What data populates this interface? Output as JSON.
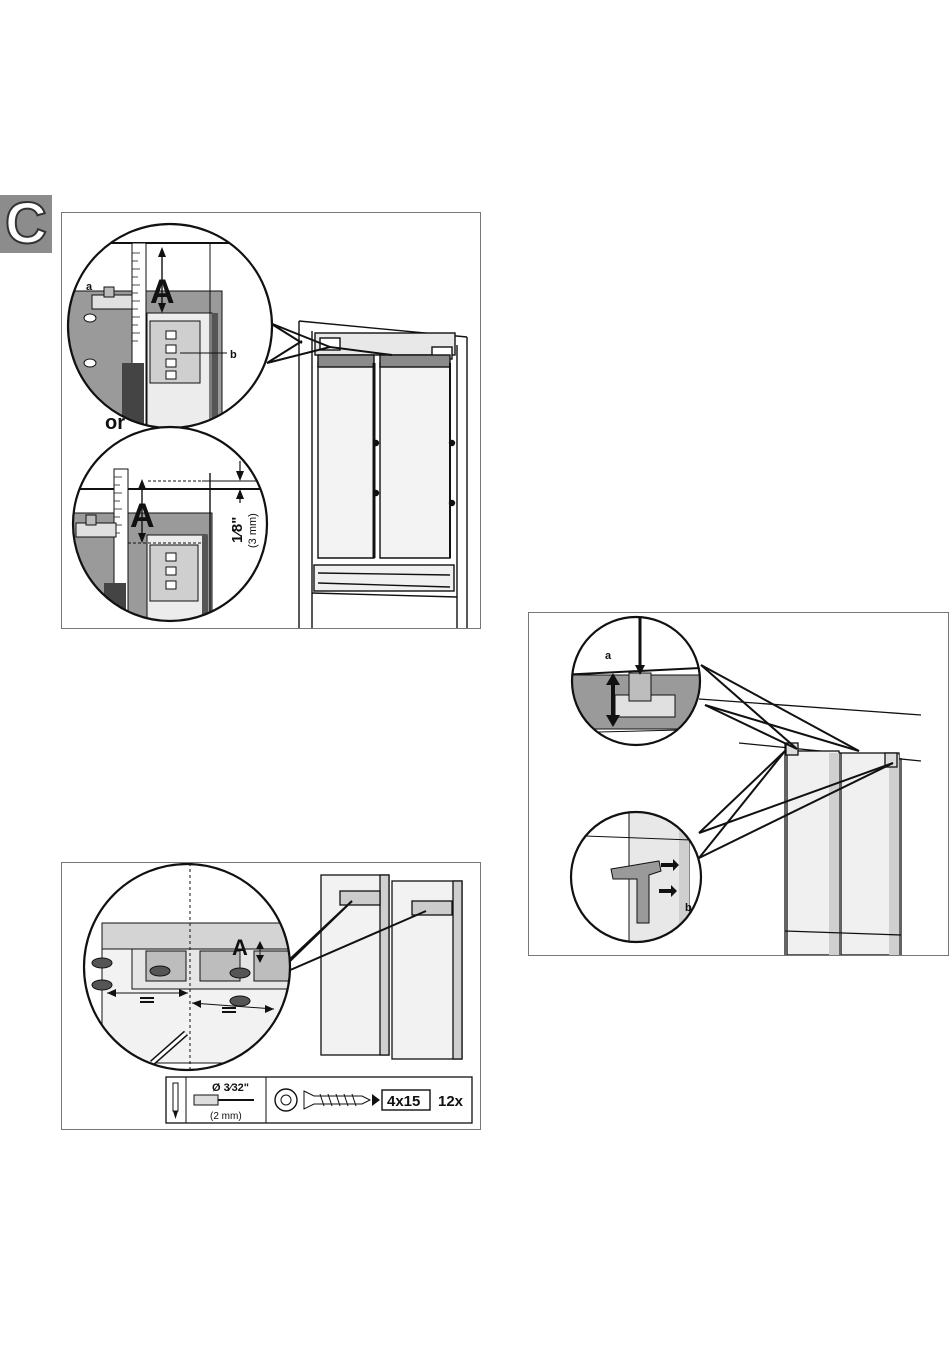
{
  "section_tab": {
    "letter": "C"
  },
  "panel_a": {
    "dim_label_top": "A",
    "label_a": "a",
    "label_b": "b",
    "or_label": "or",
    "dim_label_bottom": "A",
    "gap_inch": "1⁄8\"",
    "gap_mm": "(3 mm)"
  },
  "panel_b": {
    "dim_label": "A",
    "drill_diameter": "Ø 3⁄32\"",
    "drill_mm": "(2 mm)",
    "screw_size": "4x15",
    "screw_qty": "12x"
  },
  "panel_c": {
    "label_a": "a",
    "label_b": "b"
  },
  "colors": {
    "tab_bg": "#8c8c8c",
    "line": "#111111",
    "shade": "#9a9a9a",
    "light_shade": "#d9d9d9"
  }
}
